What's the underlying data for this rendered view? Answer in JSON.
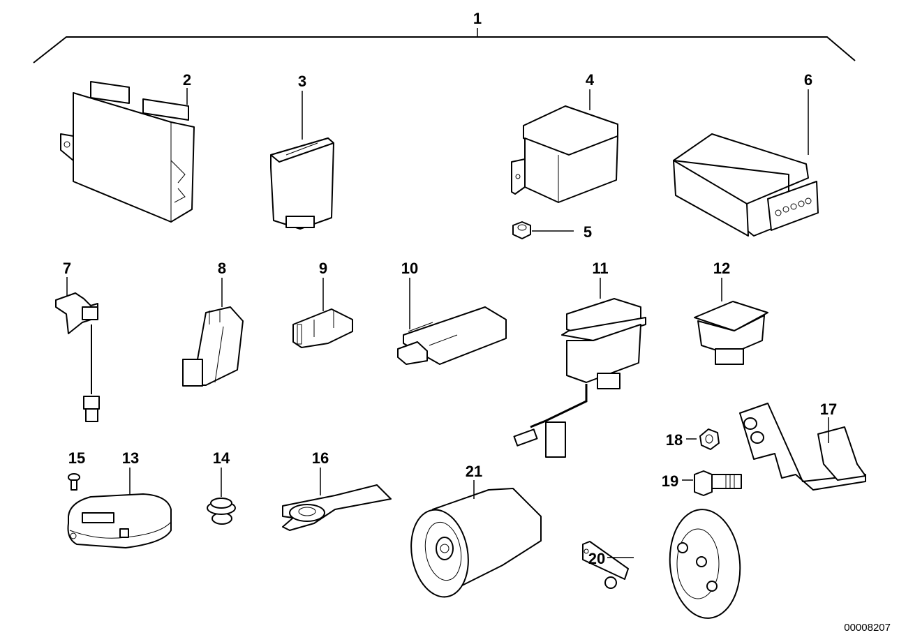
{
  "diagram": {
    "group_label": "1",
    "reference_number": "00008207",
    "parts": [
      {
        "id": "2",
        "label": "2",
        "kind": "control-unit"
      },
      {
        "id": "3",
        "label": "3",
        "kind": "switch"
      },
      {
        "id": "4",
        "label": "4",
        "kind": "relay"
      },
      {
        "id": "5",
        "label": "5",
        "kind": "hex-nut"
      },
      {
        "id": "6",
        "label": "6",
        "kind": "control-module"
      },
      {
        "id": "7",
        "label": "7",
        "kind": "sensor-with-cable"
      },
      {
        "id": "8",
        "label": "8",
        "kind": "bracket"
      },
      {
        "id": "9",
        "label": "9",
        "kind": "holder"
      },
      {
        "id": "10",
        "label": "10",
        "kind": "module"
      },
      {
        "id": "11",
        "label": "11",
        "kind": "switch-with-cable"
      },
      {
        "id": "12",
        "label": "12",
        "kind": "switch"
      },
      {
        "id": "13",
        "label": "13",
        "kind": "remote-control"
      },
      {
        "id": "14",
        "label": "14",
        "kind": "grommet"
      },
      {
        "id": "15",
        "label": "15",
        "kind": "screw"
      },
      {
        "id": "16",
        "label": "16",
        "kind": "plate"
      },
      {
        "id": "17",
        "label": "17",
        "kind": "bracket"
      },
      {
        "id": "18",
        "label": "18",
        "kind": "hex-nut"
      },
      {
        "id": "19",
        "label": "19",
        "kind": "hex-bolt"
      },
      {
        "id": "20",
        "label": "20",
        "kind": "horn"
      },
      {
        "id": "21",
        "label": "21",
        "kind": "siren"
      }
    ]
  }
}
